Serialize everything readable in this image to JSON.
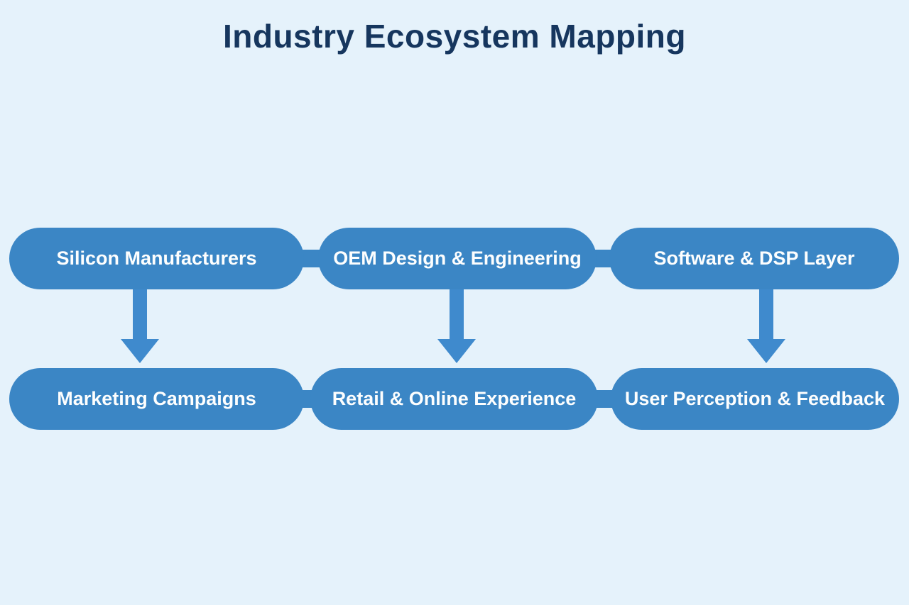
{
  "title": "Industry Ecosystem Mapping",
  "colors": {
    "background": "#e5f2fb",
    "node_fill": "#3b86c5",
    "arrow_fill": "#3f8acd",
    "title_text": "#16365e",
    "node_text": "#fdfefe"
  },
  "diagram": {
    "top_row": [
      {
        "label": "Silicon Manufacturers"
      },
      {
        "label": "OEM Design & Engineering"
      },
      {
        "label": "Software & DSP Layer"
      }
    ],
    "bottom_row": [
      {
        "label": "Marketing Campaigns"
      },
      {
        "label": "Retail & Online Experience"
      },
      {
        "label": "User Perception & Feedback"
      }
    ],
    "arrow_direction": "down"
  }
}
